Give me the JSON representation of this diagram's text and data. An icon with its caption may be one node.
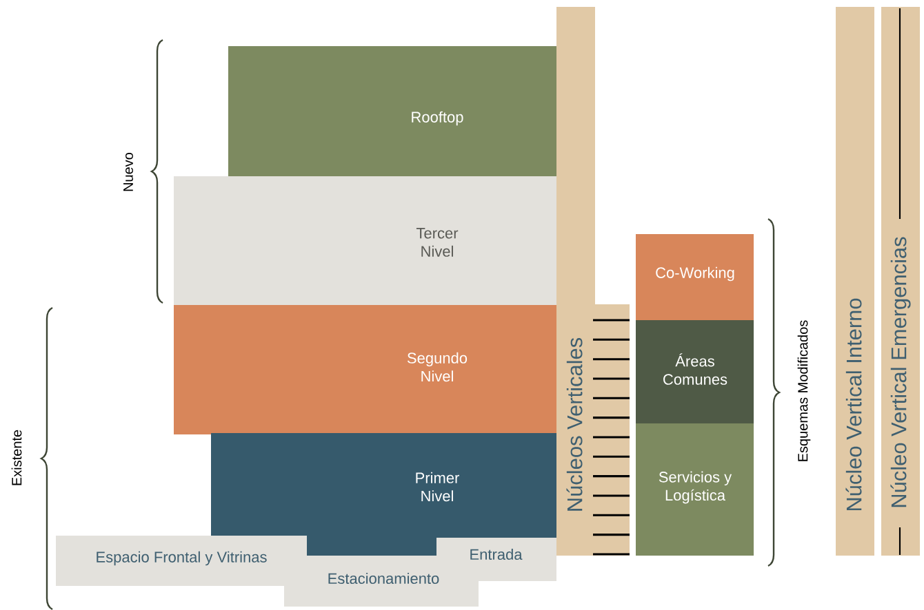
{
  "diagram": {
    "nodes": [
      {
        "text": [
          "Rooftop"
        ]
      },
      {
        "text": [
          "Tercer Nivel"
        ]
      },
      {
        "text": [
          "Segundo Nivel"
        ]
      },
      {
        "text": [
          "Primer Nivel"
        ]
      },
      {
        "text": [
          "Espacio Frontal y Vitrinas"
        ]
      },
      {
        "text": [
          "Estacionamiento"
        ]
      },
      {
        "text": [
          "Entrada"
        ]
      },
      {
        "text": [
          "Núcleos Verticales"
        ]
      },
      {
        "text": [
          "Co-Working"
        ]
      },
      {
        "text": [
          "Áreas Comunes"
        ]
      },
      {
        "text": [
          "Servicios y Logística"
        ]
      },
      {
        "text": [
          "Núcleo Vertical Interno"
        ]
      },
      {
        "text": [
          "Núcleo Vertical Emergencias"
        ]
      }
    ],
    "labels": [
      "Nuevo",
      "Existente",
      "Esquemas Modificados"
    ]
  }
}
